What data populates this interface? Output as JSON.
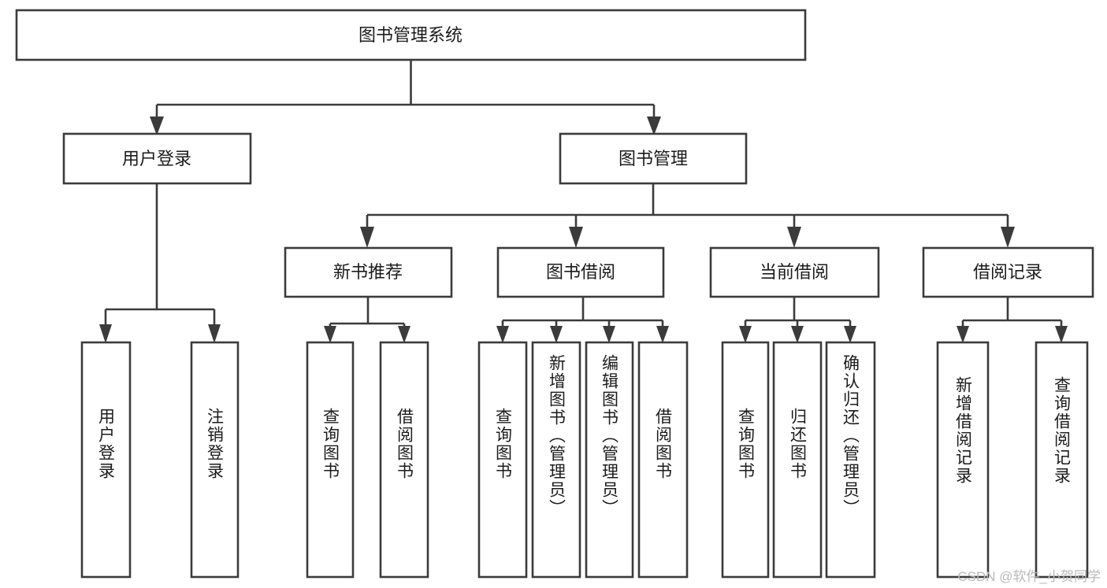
{
  "diagram": {
    "title": "图书管理系统",
    "type": "hierarchy-tree",
    "watermark": "CSDN @软件_小贺同学",
    "colors": {
      "stroke": "#3b3b3b",
      "fill": "#ffffff",
      "text": "#1b1b1b",
      "watermark": "#b9b9b9"
    },
    "levels": {
      "root": "图书管理系统",
      "level2": [
        "用户登录",
        "图书管理"
      ],
      "level3": [
        "新书推荐",
        "图书借阅",
        "当前借阅",
        "借阅记录"
      ]
    },
    "nodes": {
      "root": {
        "label": "图书管理系统"
      },
      "user_login": {
        "label": "用户登录"
      },
      "book_manage": {
        "label": "图书管理"
      },
      "new_book_rec": {
        "label": "新书推荐"
      },
      "book_borrow": {
        "label": "图书借阅"
      },
      "current_borrow": {
        "label": "当前借阅"
      },
      "borrow_record": {
        "label": "借阅记录"
      },
      "leaf_1": {
        "label": "用户登录"
      },
      "leaf_2": {
        "label": "注销登录"
      },
      "leaf_3": {
        "label": "查询图书"
      },
      "leaf_4": {
        "label": "借阅图书"
      },
      "leaf_5": {
        "label": "查询图书"
      },
      "leaf_6": {
        "label": "新增图书（管理员）"
      },
      "leaf_7": {
        "label": "编辑图书（管理员）"
      },
      "leaf_8": {
        "label": "借阅图书"
      },
      "leaf_9": {
        "label": "查询图书"
      },
      "leaf_10": {
        "label": "归还图书"
      },
      "leaf_11": {
        "label": "确认归还（管理员）"
      },
      "leaf_12": {
        "label": "新增借阅记录"
      },
      "leaf_13": {
        "label": "查询借阅记录"
      }
    },
    "edges": [
      {
        "from": "root",
        "to": "user_login"
      },
      {
        "from": "root",
        "to": "book_manage"
      },
      {
        "from": "user_login",
        "to": "leaf_1"
      },
      {
        "from": "user_login",
        "to": "leaf_2"
      },
      {
        "from": "book_manage",
        "to": "new_book_rec"
      },
      {
        "from": "book_manage",
        "to": "book_borrow"
      },
      {
        "from": "book_manage",
        "to": "current_borrow"
      },
      {
        "from": "book_manage",
        "to": "borrow_record"
      },
      {
        "from": "new_book_rec",
        "to": "leaf_3"
      },
      {
        "from": "new_book_rec",
        "to": "leaf_4"
      },
      {
        "from": "book_borrow",
        "to": "leaf_5"
      },
      {
        "from": "book_borrow",
        "to": "leaf_6"
      },
      {
        "from": "book_borrow",
        "to": "leaf_7"
      },
      {
        "from": "book_borrow",
        "to": "leaf_8"
      },
      {
        "from": "current_borrow",
        "to": "leaf_9"
      },
      {
        "from": "current_borrow",
        "to": "leaf_10"
      },
      {
        "from": "current_borrow",
        "to": "leaf_11"
      },
      {
        "from": "borrow_record",
        "to": "leaf_12"
      },
      {
        "from": "borrow_record",
        "to": "leaf_13"
      }
    ]
  }
}
